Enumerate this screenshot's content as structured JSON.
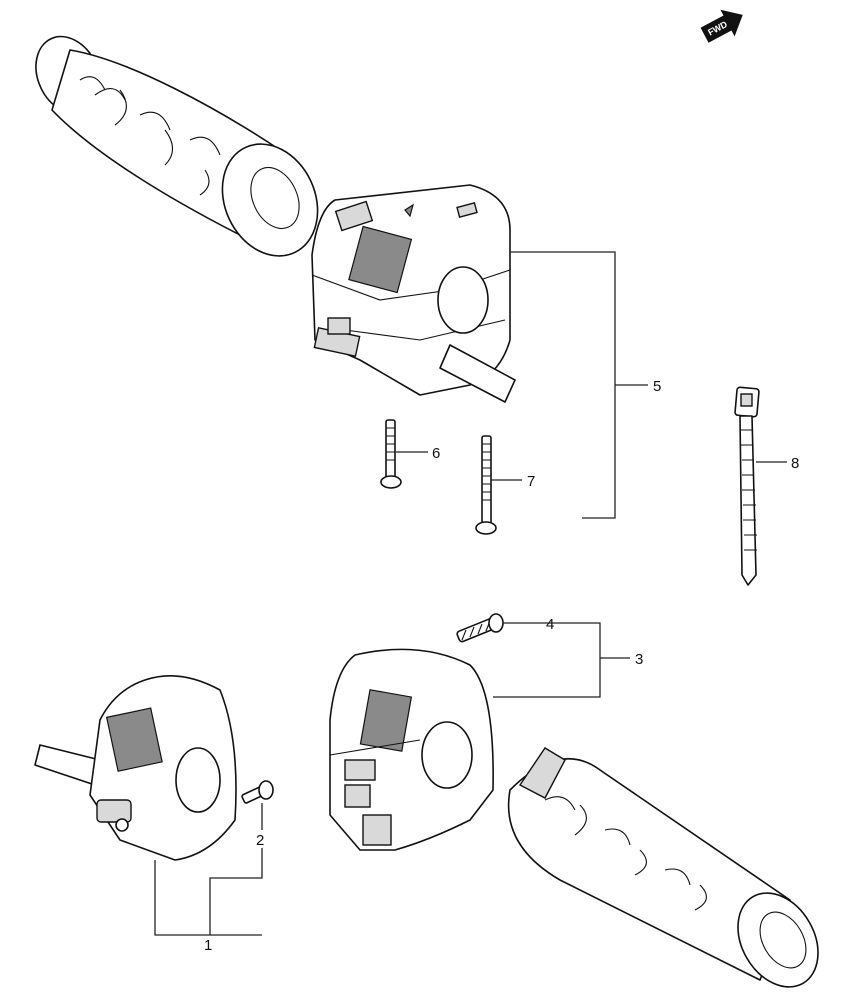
{
  "diagram": {
    "fwd_label": "FWD",
    "callouts": {
      "p1": "1",
      "p2": "2",
      "p3": "3",
      "p4": "4",
      "p5": "5",
      "p6": "6",
      "p7": "7",
      "p8": "8"
    }
  },
  "icons": {
    "fwd_arrow": "fwd-arrow-icon"
  }
}
